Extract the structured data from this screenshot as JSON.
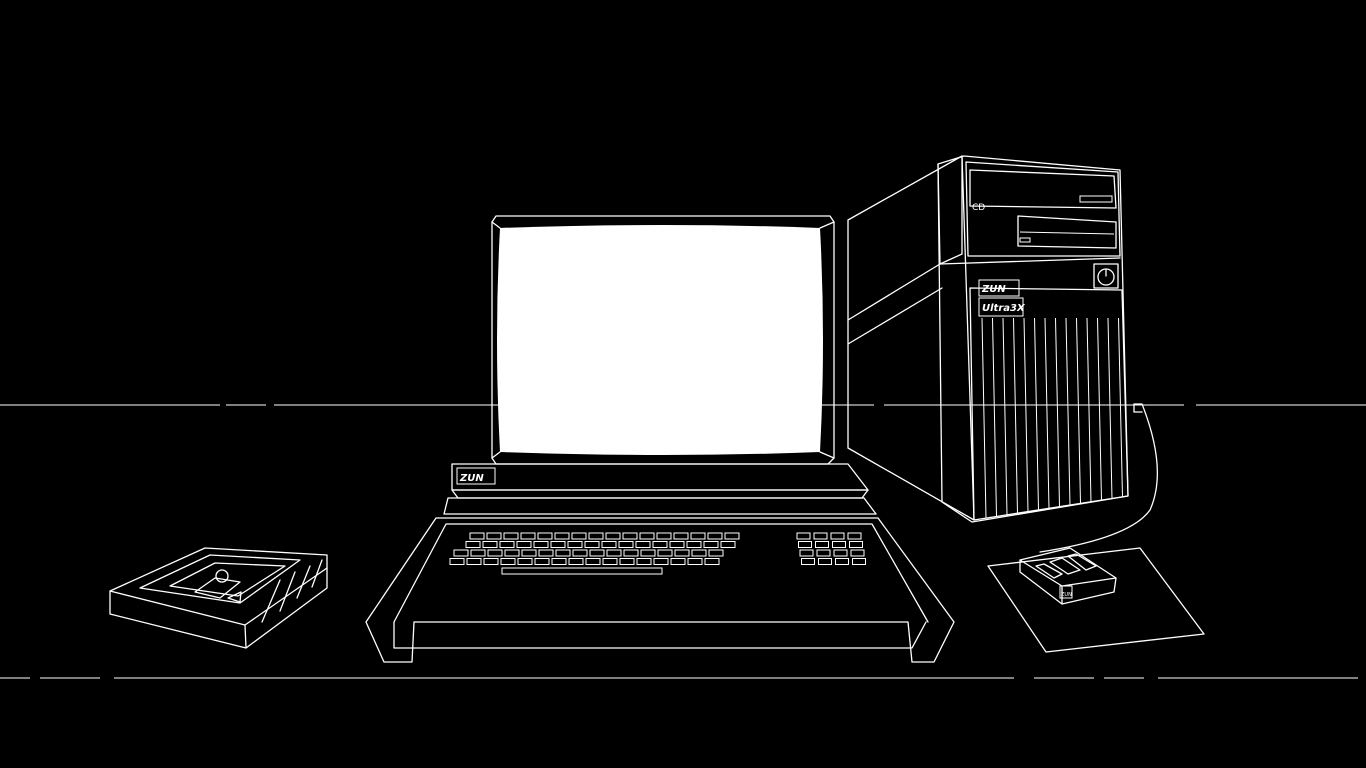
{
  "scene": {
    "background_color": "#000000",
    "line_color": "#ffffff",
    "screen_color": "#ffffff"
  },
  "monitor": {
    "brand_logo": "ZUN"
  },
  "tower": {
    "drive_label": "CD",
    "brand_logo": "ZUN",
    "model_label": "Ultra3X",
    "power_icon": "power-icon"
  },
  "mouse": {
    "brand_logo": "ZUN"
  },
  "keyboard": {
    "main_rows": 4,
    "main_cols": 16,
    "numpad_rows": 4,
    "numpad_cols": 4
  }
}
